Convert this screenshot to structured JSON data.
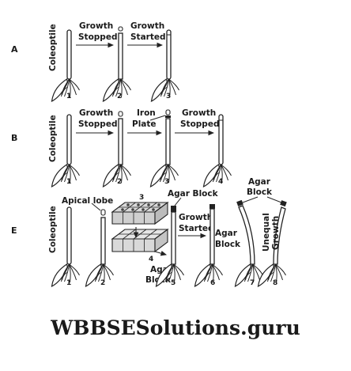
{
  "rows": [
    {
      "letter": "A",
      "side_label": "Coleoptile",
      "numbers": [
        "1",
        "2",
        "3"
      ],
      "arrow_labels": [
        [
          "Growth",
          "Stopped"
        ],
        [
          "Growth",
          "Started"
        ]
      ]
    },
    {
      "letter": "B",
      "side_label": "Coleoptile",
      "numbers": [
        "1",
        "2",
        "3",
        "4"
      ],
      "arrow_labels": [
        [
          "Growth",
          "Stopped"
        ],
        [
          "Iron",
          "Plate"
        ],
        [
          "Growth",
          "Stopped"
        ]
      ]
    },
    {
      "letter": "E",
      "side_label": "Coleoptile",
      "numbers": [
        "1",
        "2",
        "3",
        "4",
        "5",
        "6",
        "7",
        "8"
      ],
      "labels": {
        "apical_lobe": "Apical lobe",
        "agar_block_top": "Agar Block",
        "agar_block_bottom": [
          "Agar",
          "Block"
        ],
        "growth_started": [
          "Growth",
          "Started"
        ],
        "agar_block_mid": [
          "Agar",
          "Block"
        ],
        "agar_block_right": [
          "Agar",
          "Block"
        ],
        "unequal_growth": [
          "Unequal",
          "Growth"
        ]
      }
    }
  ],
  "watermark": "WBBSESolutions.guru"
}
